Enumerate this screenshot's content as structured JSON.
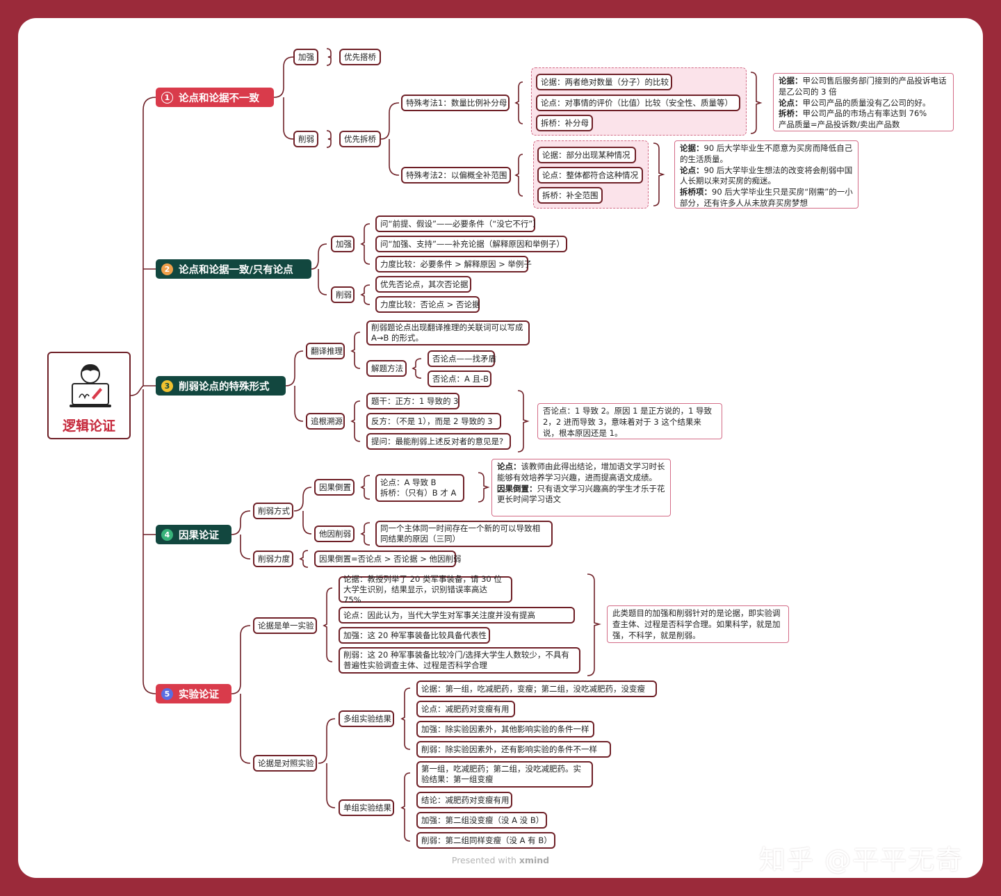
{
  "root": {
    "title": "逻辑论证"
  },
  "branches": {
    "b1": {
      "num": "1",
      "label": "论点和论据不一致",
      "strengthen": "加强",
      "strengthen_item": "优先搭桥",
      "weaken": "削弱",
      "weaken_item": "优先拆桥",
      "method1": {
        "label": "特殊考法1：数量比例补分母",
        "items": [
          "论据：两者绝对数量（分子）的比较",
          "论点：对事情的评价（比值）比较（安全性、质量等）",
          "拆桥：补分母"
        ],
        "note": [
          {
            "k": "论据：",
            "v": "甲公司售后服务部门接到的产品投诉电话是乙公司的 3 倍"
          },
          {
            "k": "论点：",
            "v": "甲公司产品的质量没有乙公司的好。"
          },
          {
            "k": "拆桥：",
            "v": "甲公司产品的市场占有率达到 76%"
          },
          {
            "k": "",
            "v": "产品质量=产品投诉数/卖出产品数"
          }
        ]
      },
      "method2": {
        "label": "特殊考法2：以偏概全补范围",
        "items": [
          "论据：部分出现某种情况",
          "论点：整体都符合这种情况",
          "拆桥：补全范围"
        ],
        "note": [
          {
            "k": "论据：",
            "v": "90 后大学毕业生不愿意为买房而降低自己的生活质量。"
          },
          {
            "k": "论点：",
            "v": "90 后大学毕业生想法的改变将会削弱中国人长期以来对买房的痴迷。"
          },
          {
            "k": "拆桥项：",
            "v": "90 后大学毕业生只是买房“刚需”的一小部分，还有许多人从未放弃买房梦想"
          }
        ]
      }
    },
    "b2": {
      "num": "2",
      "label": "论点和论据一致/只有论点",
      "strengthen": "加强",
      "strengthen_items": [
        "问“前提、假设”——必要条件（“没它不行”）",
        "问“加强、支持”——补充论据（解释原因和举例子）",
        "力度比较：必要条件 > 解释原因 > 举例子"
      ],
      "weaken": "削弱",
      "weaken_items": [
        "优先否论点，其次否论据",
        "力度比较：否论点 > 否论据"
      ]
    },
    "b3": {
      "num": "3",
      "label": "削弱论点的特殊形式",
      "translate": "翻译推理",
      "translate_note": "削弱题论点出现翻译推理的关联词可以写成 A→B 的形式。",
      "method": "解题方法",
      "method_items": [
        "否论点——找矛盾",
        "否论点：A 且-B"
      ],
      "trace": "追根溯源",
      "trace_items": [
        "题干：正方：1 导致的 3",
        "反方：（不是 1），而是 2 导致的 3",
        "提问：最能削弱上述反对者的意见是?"
      ],
      "trace_note": "否论点：1 导致 2。原因 1 是正方说的，1 导致 2，2 进而导致 3，意味着对于 3 这个结果来说，根本原因还是 1。"
    },
    "b4": {
      "num": "4",
      "label": "因果论证",
      "way": "削弱方式",
      "reverse": "因果倒置",
      "reverse_item": [
        "论点：A 导致 B",
        "拆桥：（只有）B 才 A"
      ],
      "reverse_note": [
        {
          "k": "论点：",
          "v": "该教师由此得出结论，增加语文学习时长能够有效培养学习兴趣，进而提高语文成绩。"
        },
        {
          "k": "因果倒置：",
          "v": "只有语文学习兴趣高的学生才乐于花更长时间学习语文"
        }
      ],
      "other": "他因削弱",
      "other_item": "同一个主体同一时间存在一个新的可以导致相同结果的原因（三同）",
      "strength": "削弱力度",
      "strength_item": "因果倒置=否论点 > 否论据 > 他因削弱"
    },
    "b5": {
      "num": "5",
      "label": "实验论证",
      "single": "论据是单一实验",
      "single_items": [
        "论据：教授列举了 20 类军事装备，请 30 位大学生识别，结果显示，识别错误率高达 75%",
        "论点：因此认为，当代大学生对军事关注度并没有提高",
        "加强：这 20 种军事装备比较具备代表性",
        "削弱：这 20 种军事装备比较冷门/选择大学生人数较少，不具有普遍性实验调查主体、过程是否科学合理"
      ],
      "single_note": "此类题目的加强和削弱针对的是论据，即实验调查主体、过程是否科学合理。如果科学，就是加强，不科学，就是削弱。",
      "control": "论据是对照实验",
      "multi_group": "多组实验结果",
      "multi_items": [
        "论据：第一组，吃减肥药，变瘦；第二组，没吃减肥药，没变瘦",
        "论点：减肥药对变瘦有用",
        "加强：除实验因素外，其他影响实验的条件一样",
        "削弱：除实验因素外，还有影响实验的条件不一样"
      ],
      "single_group": "单组实验结果",
      "single_group_items": [
        "第一组，吃减肥药；第二组，没吃减肥药。实验结果：第一组变瘦",
        "结论：减肥药对变瘦有用",
        "加强：第二组没变瘦（没 A 没 B）",
        "削弱：第二组同样变瘦（没 A 有 B）"
      ]
    }
  },
  "footer": {
    "presented": "Presented with",
    "brand": "xmind",
    "watermark": "知乎 @平平无奇"
  },
  "colors": {
    "frame": "#9b2a3a",
    "red": "#d93b4b",
    "teal": "#12473f",
    "line": "#6e1f26",
    "pink": "#d36b86"
  }
}
